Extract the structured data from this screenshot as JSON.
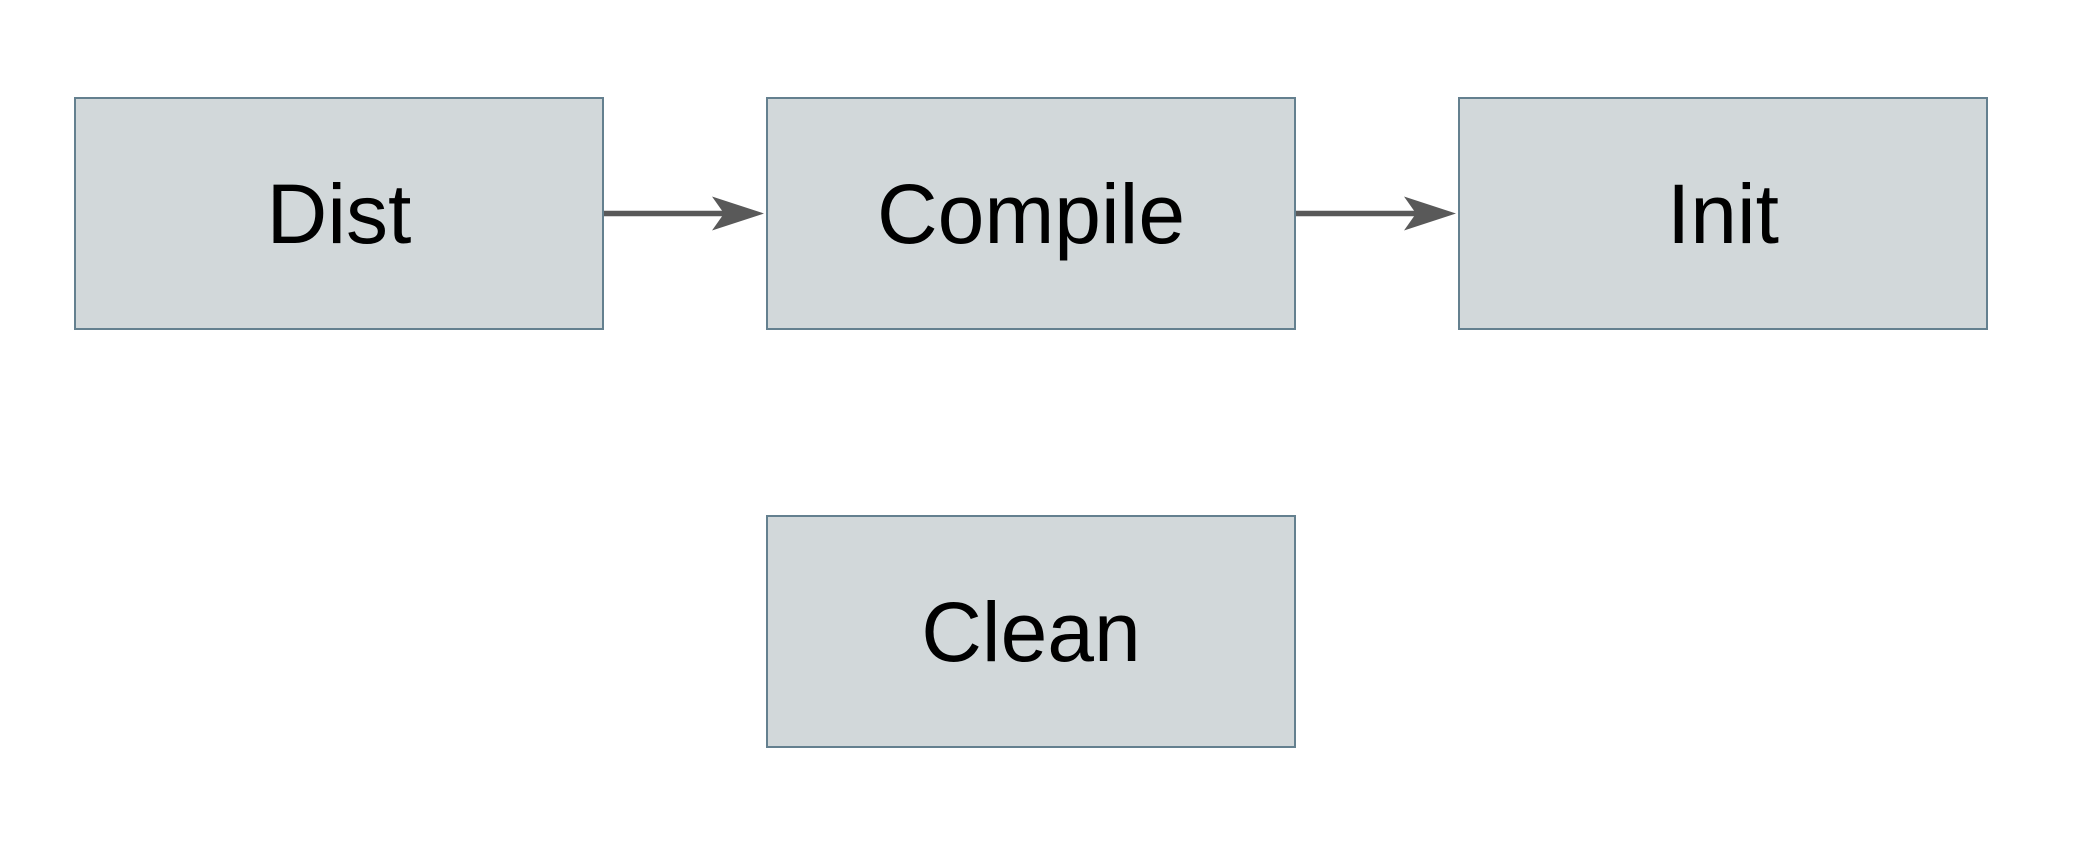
{
  "diagram": {
    "nodes": [
      {
        "id": "dist",
        "label": "Dist"
      },
      {
        "id": "compile",
        "label": "Compile"
      },
      {
        "id": "init",
        "label": "Init"
      },
      {
        "id": "clean",
        "label": "Clean"
      }
    ],
    "edges": [
      {
        "from": "Dist",
        "to": "Compile"
      },
      {
        "from": "Compile",
        "to": "Init"
      }
    ],
    "colors": {
      "background": "#ffffff",
      "node_fill": "#d2d8da",
      "node_border": "#64808f",
      "label_text": "#000000",
      "arrow": "#595959"
    }
  }
}
